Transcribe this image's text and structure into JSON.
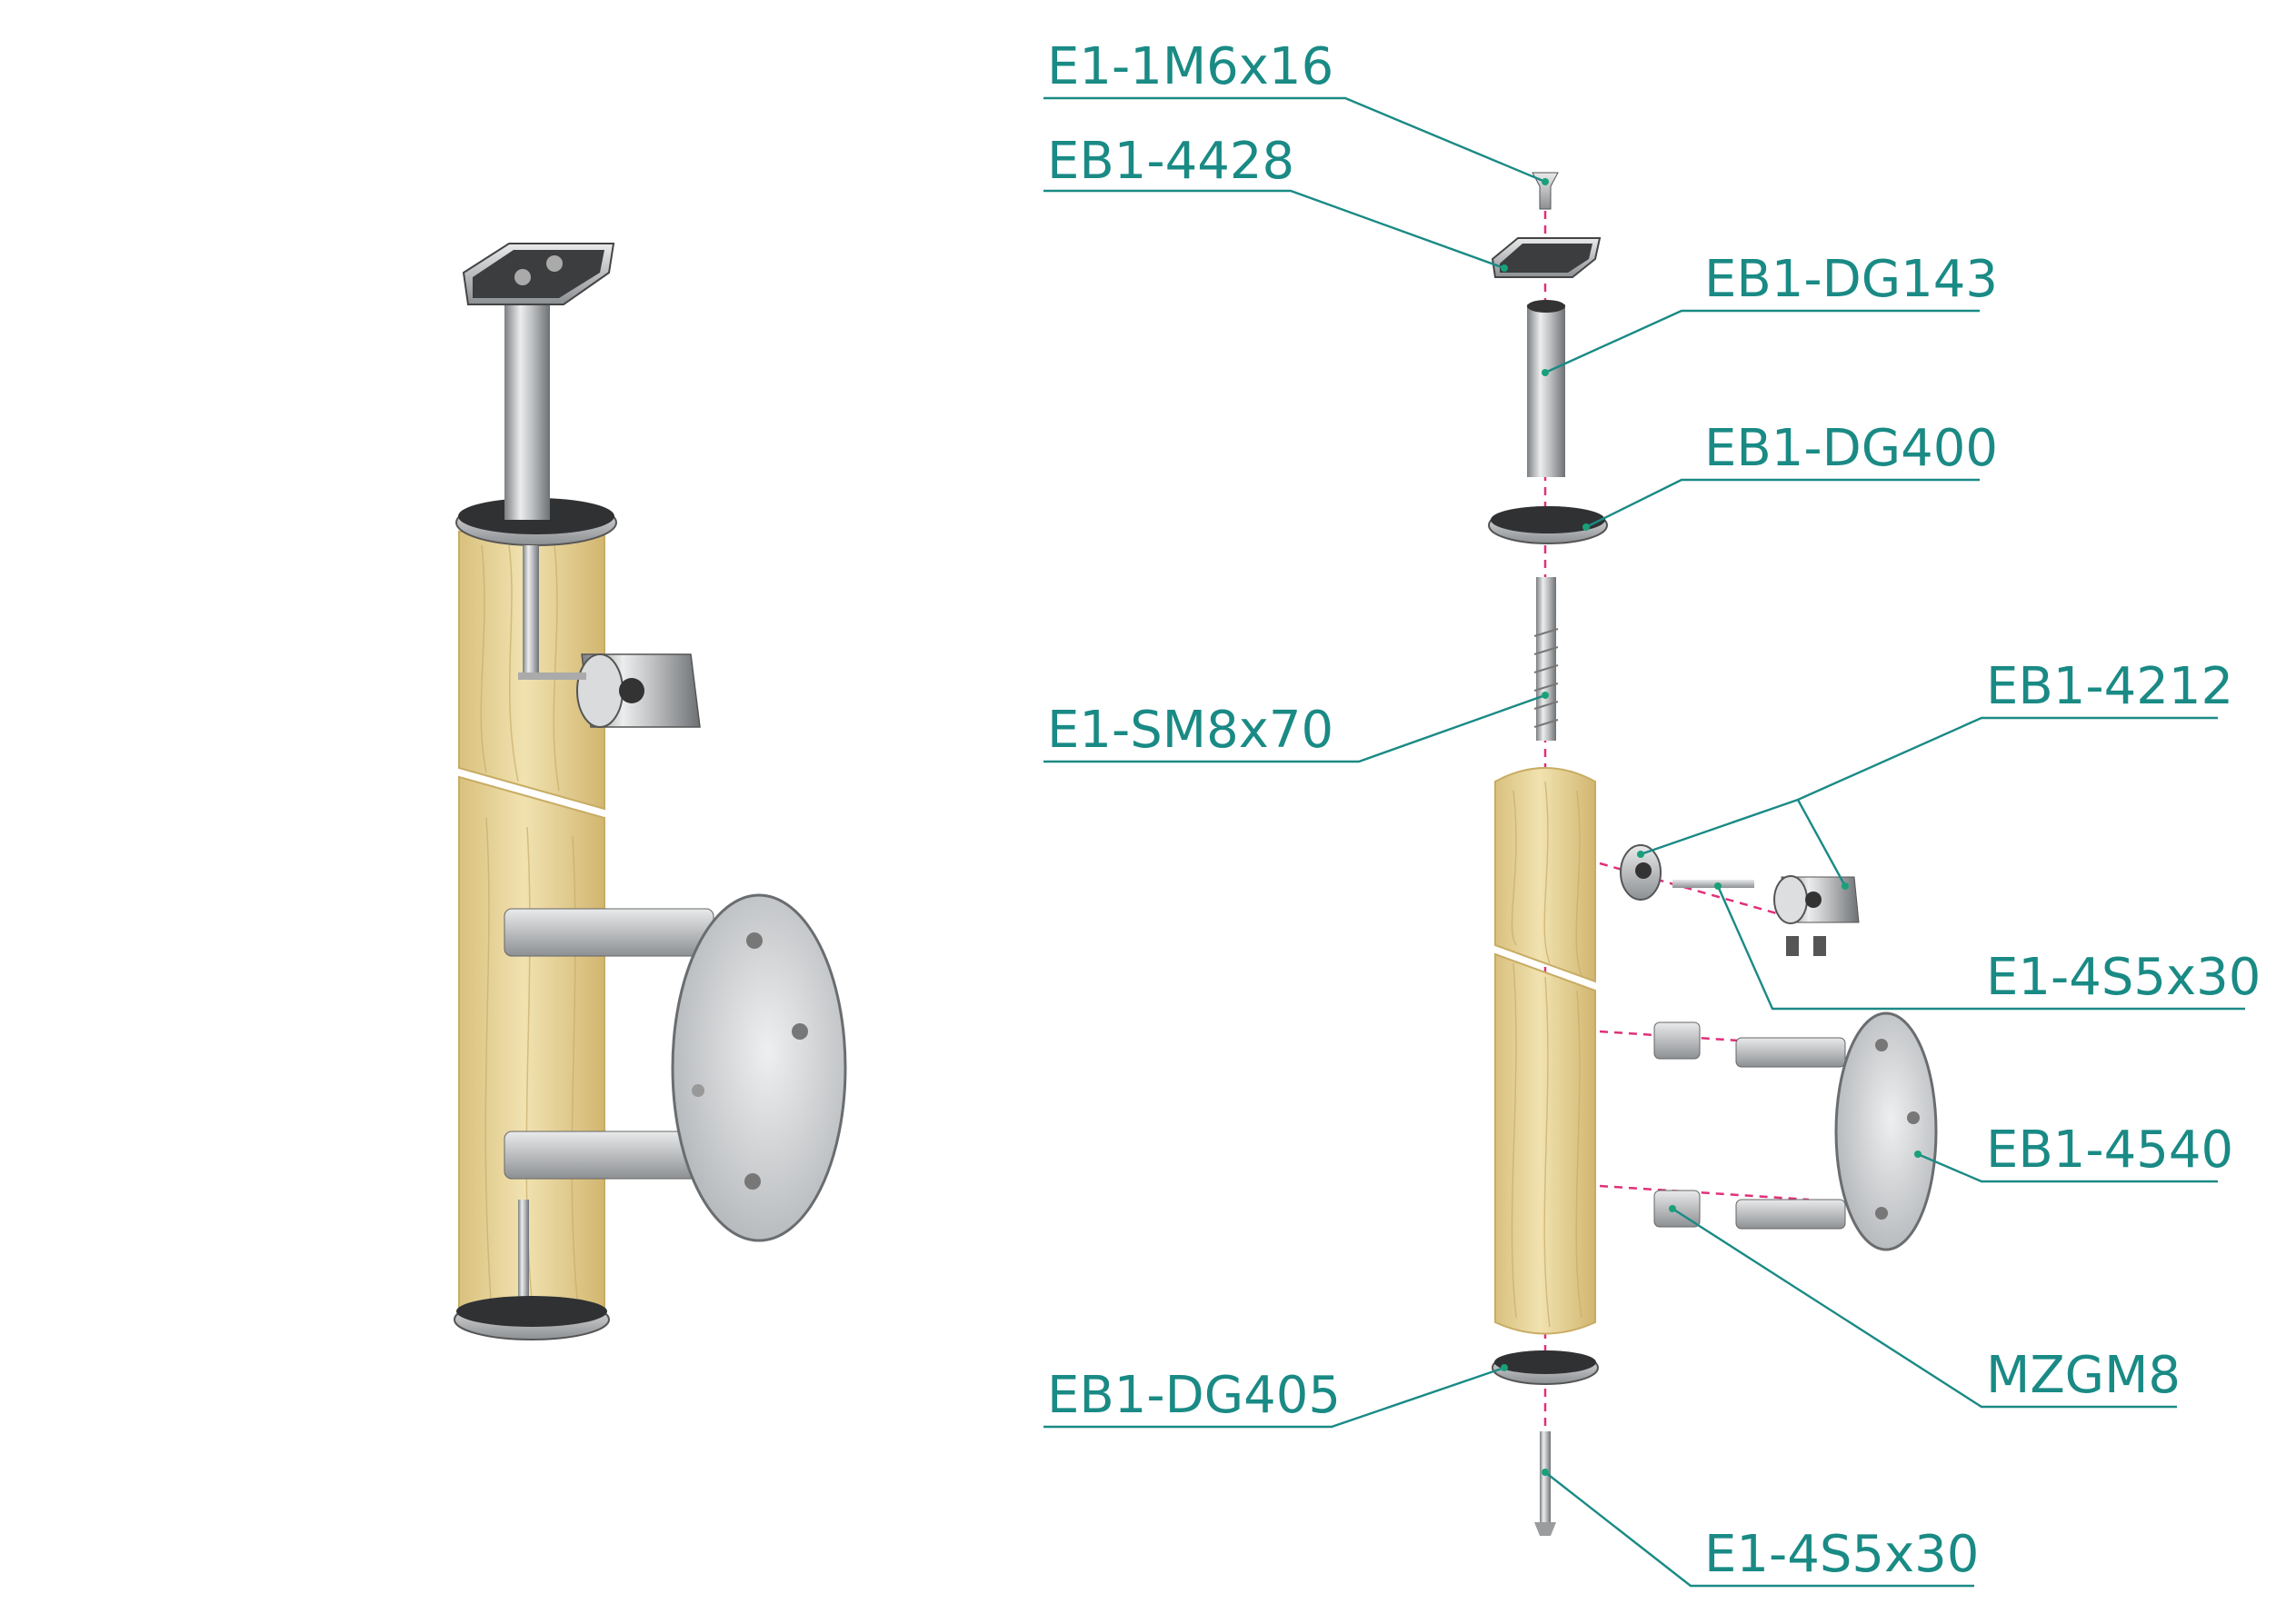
{
  "colors": {
    "label": "#1a8a85",
    "axis": "#e0307a",
    "wood": "#e6d39b",
    "steel": "#c9cbcc"
  },
  "labels": {
    "e1_1m6x16": "E1-1M6x16",
    "eb1_4428": "EB1-4428",
    "eb1_dg143": "EB1-DG143",
    "eb1_dg400": "EB1-DG400",
    "e1_sm8x70": "E1-SM8x70",
    "eb1_4212": "EB1-4212",
    "e1_4s5x30_top": "E1-4S5x30",
    "eb1_4540": "EB1-4540",
    "mzgm8": "MZGM8",
    "eb1_dg405": "EB1-DG405",
    "e1_4s5x30_bottom": "E1-4S5x30"
  }
}
